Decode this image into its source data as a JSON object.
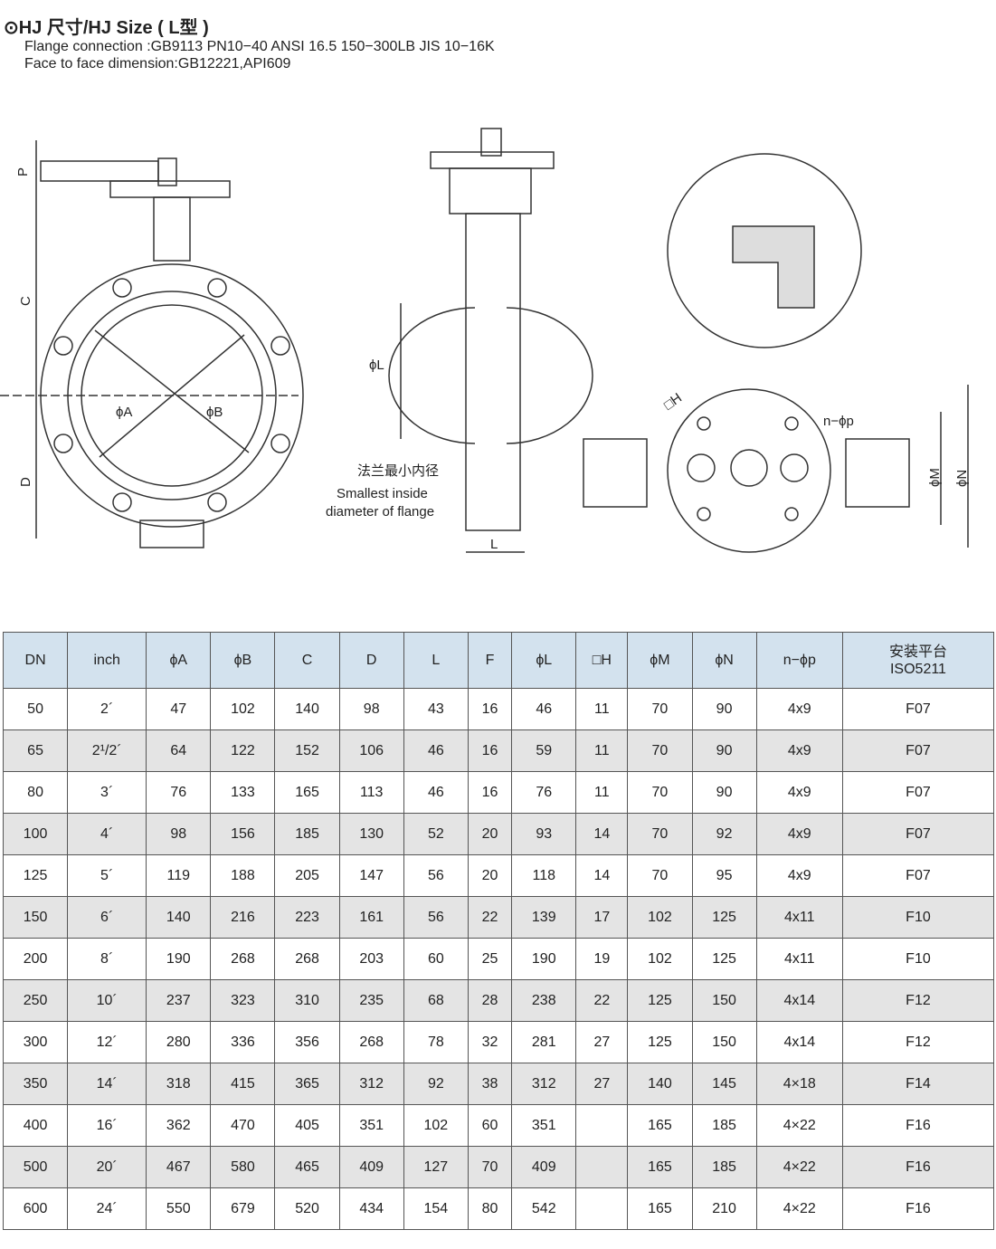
{
  "title": "⊙HJ 尺寸/HJ  Size ( L型 )",
  "subtitle1": "Flange connection :GB9113  PN10−40 ANSI 16.5 150−300LB JIS 10−16K",
  "subtitle2": "Face to face dimension:GB12221,API609",
  "drawing_labels": {
    "P": "P",
    "C": "C",
    "D": "D",
    "A": "ϕA",
    "B": "ϕB",
    "phiL": "ϕL",
    "L": "L",
    "cn": "法兰最小内径",
    "en1": "Smallest inside",
    "en2": "diameter of flange",
    "H": "□H",
    "np": "n−ϕp",
    "M": "ϕM",
    "N": "ϕN"
  },
  "table": {
    "headers": [
      "DN",
      "inch",
      "ϕA",
      "ϕB",
      "C",
      "D",
      "L",
      "F",
      "ϕL",
      "□H",
      "ϕM",
      "ϕN",
      "n−ϕp",
      "安装平台\nISO5211"
    ],
    "rows": [
      [
        "50",
        "2´",
        "47",
        "102",
        "140",
        "98",
        "43",
        "16",
        "46",
        "11",
        "70",
        "90",
        "4x9",
        "F07"
      ],
      [
        "65",
        "2¹/2´",
        "64",
        "122",
        "152",
        "106",
        "46",
        "16",
        "59",
        "11",
        "70",
        "90",
        "4x9",
        "F07"
      ],
      [
        "80",
        "3´",
        "76",
        "133",
        "165",
        "113",
        "46",
        "16",
        "76",
        "11",
        "70",
        "90",
        "4x9",
        "F07"
      ],
      [
        "100",
        "4´",
        "98",
        "156",
        "185",
        "130",
        "52",
        "20",
        "93",
        "14",
        "70",
        "92",
        "4x9",
        "F07"
      ],
      [
        "125",
        "5´",
        "119",
        "188",
        "205",
        "147",
        "56",
        "20",
        "118",
        "14",
        "70",
        "95",
        "4x9",
        "F07"
      ],
      [
        "150",
        "6´",
        "140",
        "216",
        "223",
        "161",
        "56",
        "22",
        "139",
        "17",
        "102",
        "125",
        "4x11",
        "F10"
      ],
      [
        "200",
        "8´",
        "190",
        "268",
        "268",
        "203",
        "60",
        "25",
        "190",
        "19",
        "102",
        "125",
        "4x11",
        "F10"
      ],
      [
        "250",
        "10´",
        "237",
        "323",
        "310",
        "235",
        "68",
        "28",
        "238",
        "22",
        "125",
        "150",
        "4x14",
        "F12"
      ],
      [
        "300",
        "12´",
        "280",
        "336",
        "356",
        "268",
        "78",
        "32",
        "281",
        "27",
        "125",
        "150",
        "4x14",
        "F12"
      ],
      [
        "350",
        "14´",
        "318",
        "415",
        "365",
        "312",
        "92",
        "38",
        "312",
        "27",
        "140",
        "145",
        "4×18",
        "F14"
      ],
      [
        "400",
        "16´",
        "362",
        "470",
        "405",
        "351",
        "102",
        "60",
        "351",
        "",
        "165",
        "185",
        "4×22",
        "F16"
      ],
      [
        "500",
        "20´",
        "467",
        "580",
        "465",
        "409",
        "127",
        "70",
        "409",
        "",
        "165",
        "185",
        "4×22",
        "F16"
      ],
      [
        "600",
        "24´",
        "550",
        "679",
        "520",
        "434",
        "154",
        "80",
        "542",
        "",
        "165",
        "210",
        "4×22",
        "F16"
      ]
    ]
  }
}
